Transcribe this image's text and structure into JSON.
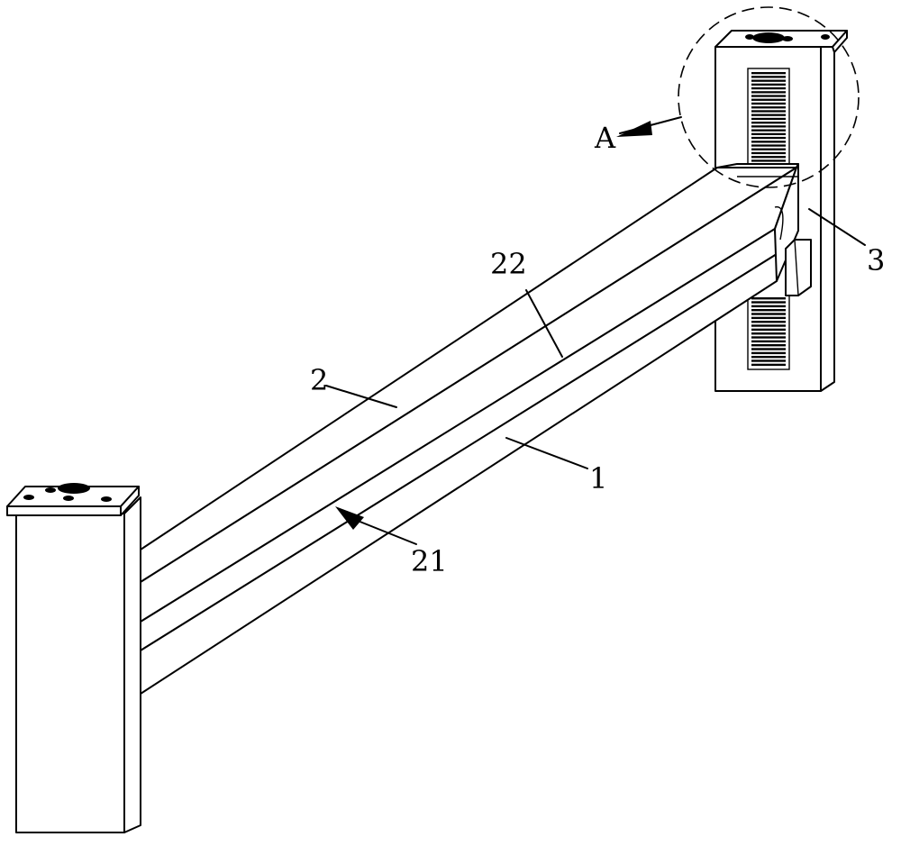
{
  "callouts": {
    "part_1": "1",
    "part_2": "2",
    "part_3": "3",
    "part_21": "21",
    "part_22": "22",
    "detail_a": "A"
  },
  "colors": {
    "ink": "#000000",
    "paper": "#ffffff"
  },
  "racks": {
    "upper_teeth": 26,
    "lower_teeth": 18
  }
}
